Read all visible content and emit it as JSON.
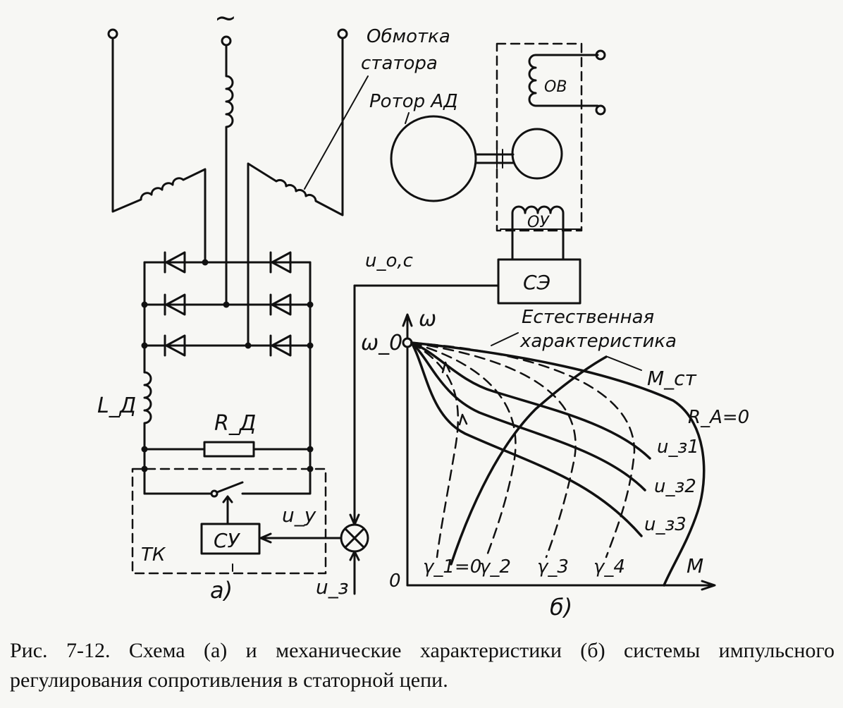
{
  "scheme": {
    "ac_symbol": "~",
    "stator_winding_line1": "Обмотка",
    "stator_winding_line2": "статора",
    "rotor": "Ротор АД",
    "field_winding": "ОВ",
    "control_winding": "ОУ",
    "electronic_system": "СЭ",
    "feedback_voltage": "u_о,с",
    "inductor": "L_Д",
    "resistor": "R_Д",
    "control_unit": "СУ",
    "control_voltage": "u_y",
    "transistor_switch": "ТК",
    "reference_voltage": "u_з",
    "panel": "а)"
  },
  "chart": {
    "y_axis": "ω",
    "x_axis": "M",
    "origin": "0",
    "omega0": "ω_0",
    "natural_line1": "Естественная",
    "natural_line2": "характеристика",
    "load_torque": "M_ст",
    "ra_zero": "R_A=0",
    "u1": "u_з1",
    "u2": "u_з2",
    "u3": "u_з3",
    "g1": "γ_1=0",
    "g2": "γ_2",
    "g3": "γ_3",
    "g4": "γ_4",
    "panel": "б)"
  },
  "caption": "Рис. 7-12. Схема (а) и механические характеристики (б) системы импульсного регулирования сопротивления в статорной цепи."
}
